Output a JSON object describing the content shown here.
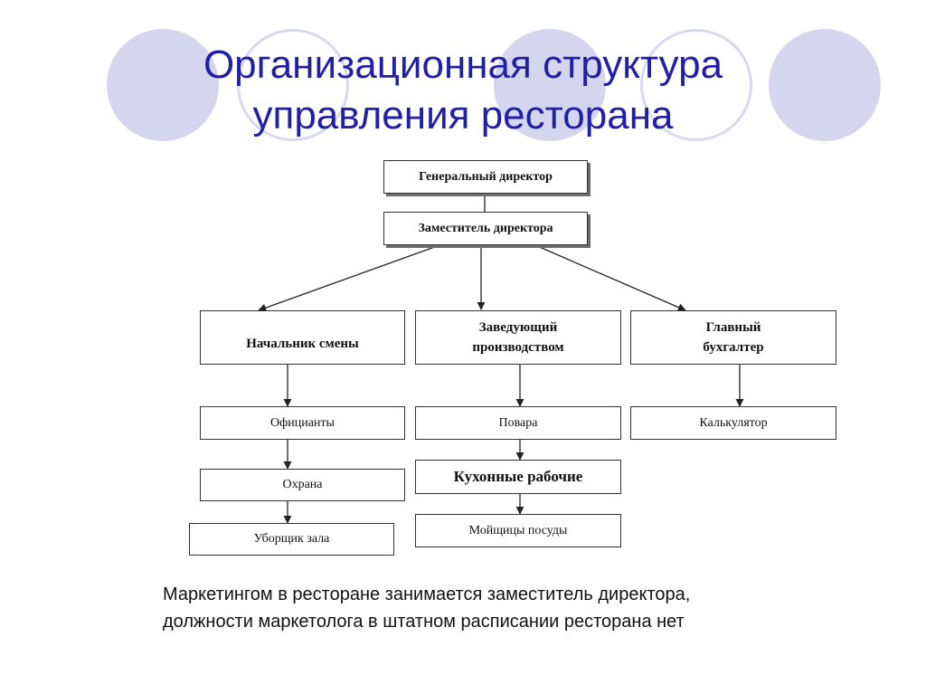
{
  "title": {
    "line1": "Организационная структура",
    "line2": "управления ресторана"
  },
  "chart": {
    "director": "Генеральный директор",
    "deputy": "Заместитель директора",
    "shift_chief": "Начальник смены",
    "production_head": "Заведующий производством",
    "chief_accountant": "Главный бухгалтер",
    "waiters": "Официанты",
    "security": "Охрана",
    "hall_cleaner": "Уборщик зала",
    "cooks": "Повара",
    "kitchen_workers": "Кухонные рабочие",
    "dishwashers": "Мойщицы посуды",
    "accountant": "Калькулятор"
  },
  "note": {
    "line1": "Маркетингом в ресторане занимается заместитель директора,",
    "line2": "должности маркетолога в штатном расписании ресторана нет"
  },
  "colors": {
    "title": "#1f1fa8",
    "decor_circle": "#d5d6ee",
    "box_border": "#333333",
    "box_shadow": "#6d6d6d"
  }
}
